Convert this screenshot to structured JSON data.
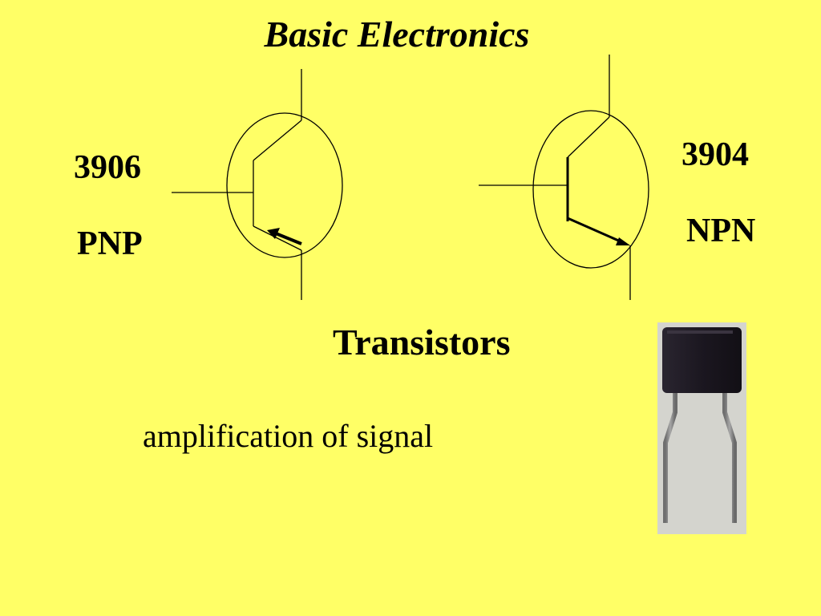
{
  "slide": {
    "title": "Basic Electronics",
    "heading": "Transistors",
    "description": "amplification of signal"
  },
  "pnp": {
    "part_number": "3906",
    "type": "PNP"
  },
  "npn": {
    "part_number": "3904",
    "type": "NPN"
  },
  "colors": {
    "background": "#FFFF66",
    "ink": "#000000",
    "device_body": "#1E1A22",
    "leads": "#8A8A8A"
  },
  "icons": {
    "pnp_symbol": "pnp-transistor-icon",
    "npn_symbol": "npn-transistor-icon",
    "photo": "to92-transistor-photo"
  }
}
